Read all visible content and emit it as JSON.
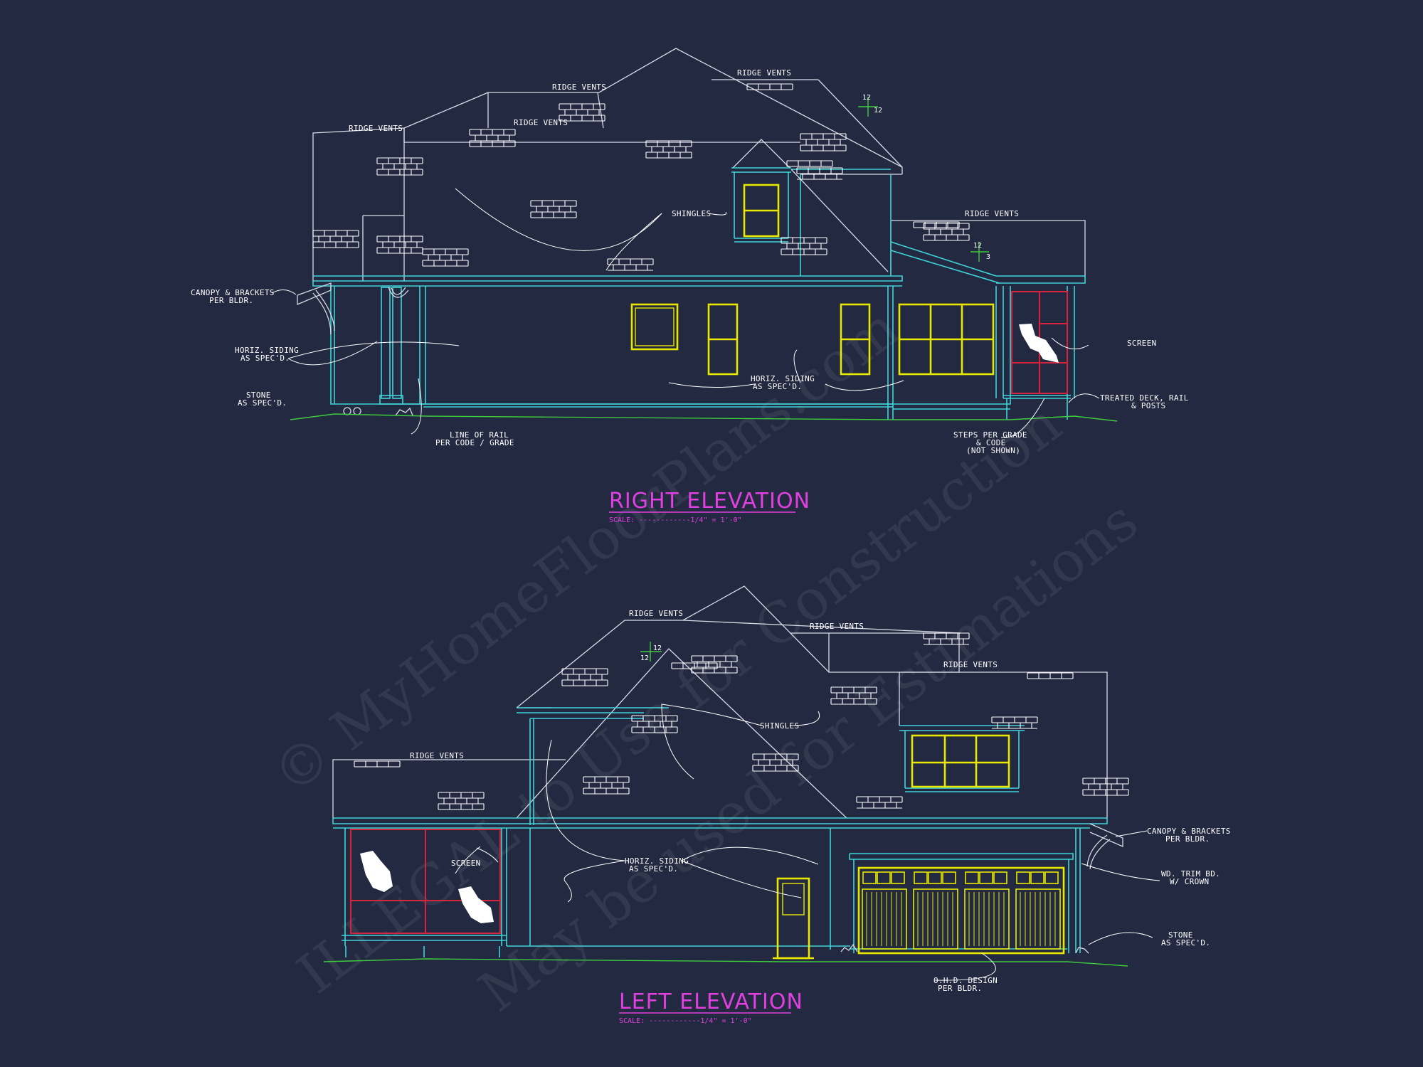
{
  "watermark": {
    "line1": "© MyHomeFloorPlans.com",
    "line2": "ILLEGAL to Use for Construction",
    "line3": "May be used for Estimations"
  },
  "right_elevation": {
    "title": "RIGHT ELEVATION",
    "scale": "SCALE: ------------1/4\" = 1'-0\"",
    "labels": {
      "ridge_vents_1": "RIDGE VENTS",
      "ridge_vents_2": "RIDGE VENTS",
      "ridge_vents_3": "RIDGE VENTS",
      "ridge_vents_4": "RIDGE VENTS",
      "ridge_vents_5": "RIDGE VENTS",
      "shingles": "SHINGLES",
      "canopy_1": "CANOPY & BRACKETS",
      "canopy_2": "PER BLDR.",
      "siding_left_1": "HORIZ. SIDING",
      "siding_left_2": "AS SPEC'D.",
      "stone_1": "STONE",
      "stone_2": "AS SPEC'D.",
      "rail_1": "LINE OF RAIL",
      "rail_2": "PER CODE / GRADE",
      "siding_mid_1": "HORIZ. SIDING",
      "siding_mid_2": "AS SPEC'D.",
      "screen": "SCREEN",
      "deck_1": "TREATED DECK, RAIL",
      "deck_2": "& POSTS",
      "steps_1": "STEPS PER GRADE",
      "steps_2": "& CODE",
      "steps_3": "(NOT SHOWN)",
      "pitch_a_rise": "12",
      "pitch_a_run": "12",
      "pitch_b_rise": "12",
      "pitch_b_run": "3"
    }
  },
  "left_elevation": {
    "title": "LEFT ELEVATION",
    "scale": "SCALE: ------------1/4\" = 1'-0\"",
    "labels": {
      "ridge_vents_1": "RIDGE VENTS",
      "ridge_vents_2": "RIDGE VENTS",
      "ridge_vents_3": "RIDGE VENTS",
      "ridge_vents_4": "RIDGE VENTS",
      "shingles": "SHINGLES",
      "screen": "SCREEN",
      "siding_1": "HORIZ. SIDING",
      "siding_2": "AS SPEC'D.",
      "canopy_1": "CANOPY & BRACKETS",
      "canopy_2": "PER BLDR.",
      "trim_1": "WD. TRIM BD.",
      "trim_2": "W/ CROWN",
      "stone_1": "STONE",
      "stone_2": "AS SPEC'D.",
      "ohd_1": "O.H.D. DESIGN",
      "ohd_2": "PER BLDR.",
      "pitch_rise": "12",
      "pitch_run": "12"
    }
  }
}
